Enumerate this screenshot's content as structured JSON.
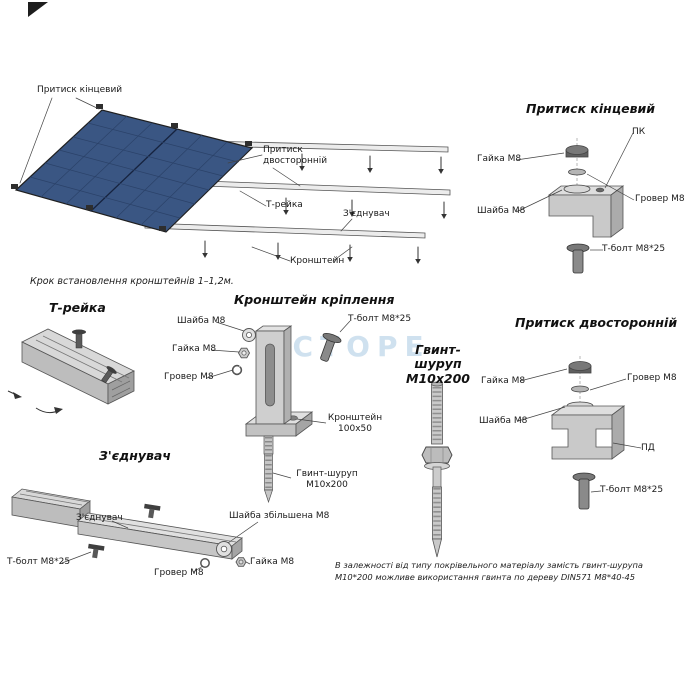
{
  "watermark": "РСТОРЕ",
  "assembly": {
    "end_clamp": "Притиск кінцевий",
    "double_clamp": "Притиск\nдвосторонній",
    "t_rail": "Т-рейка",
    "connector": "З'єднувач",
    "bracket": "Кронштейн",
    "note": "Крок встановлення кронштейнів 1–1,2м."
  },
  "end_clamp_detail": {
    "title": "Притиск кінцевий",
    "pk": "ПК",
    "nut": "Гайка М8",
    "grover": "Гровер М8",
    "washer": "Шайба М8",
    "tbolt": "Т-болт М8*25"
  },
  "t_rail_detail": {
    "title": "Т-рейка"
  },
  "bracket_detail": {
    "title": "Кронштейн кріплення",
    "washer": "Шайба М8",
    "nut": "Гайка М8",
    "grover": "Гровер М8",
    "tbolt": "Т-болт М8*25",
    "size": "Кронштейн\n100х50",
    "screw": "Гвинт-шуруп\nМ10х200"
  },
  "hanger_bolt": {
    "title": "Гвинт-шуруп\nМ10х200"
  },
  "double_clamp_detail": {
    "title": "Притиск двосторонній",
    "nut": "Гайка М8",
    "grover": "Гровер М8",
    "washer": "Шайба М8",
    "pd": "ПД",
    "tbolt": "Т-болт М8*25"
  },
  "connector_detail": {
    "title": "З'єднувач",
    "part_label": "З'єднувач",
    "tbolt": "Т-болт М8*25",
    "grover": "Гровер М8",
    "washer_big": "Шайба збільшена М8",
    "nut": "Гайка М8"
  },
  "footnote": "В залежності від типу покрівельного матеріалу замість гвинт-шурупа\nМ10*200 можливе використання гвинта по дереву DIN571 М8*40-45"
}
